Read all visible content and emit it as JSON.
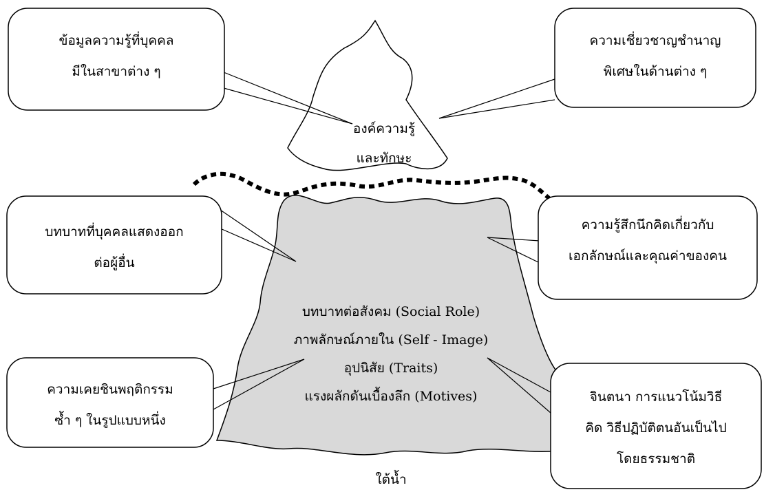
{
  "diagram": {
    "top_shape_label_line1": "องค์ความรู้",
    "top_shape_label_line2": "และทักษะ",
    "bottom_label": "ใต้น้ำ",
    "center_lines": [
      "บทบาทต่อสังคม (Social Role)",
      "ภาพลักษณ์ภายใน (Self - Image)",
      "อุปนิสัย (Traits)",
      "แรงผลักดันเบื้องลึก (Motives)"
    ],
    "callouts": {
      "knowledge": [
        "ข้อมูลความรู้ที่บุคคล",
        "มีในสาขาต่าง ๆ"
      ],
      "skill": [
        "ความเชี่ยวชาญชำนาญ",
        "พิเศษในด้านต่าง ๆ"
      ],
      "social_role": [
        "บทบาทที่บุคคลแสดงออก",
        "ต่อผู้อื่น"
      ],
      "self_image": [
        "ความรู้สึกนึกคิดเกี่ยวกับ",
        "เอกลักษณ์และคุณค่าของคน"
      ],
      "traits": [
        "ความเคยชินพฤติกรรม",
        "ซ้ำ ๆ ในรูปแบบหนึ่ง"
      ],
      "motives": [
        "จินตนา การแนวโน้มวิธี",
        "คิด วิธีปฏิบัติตนอันเป็นไป",
        "โดยธรรมชาติ"
      ]
    },
    "colors": {
      "underwater_fill": "#d9d9d9",
      "outline": "#000000"
    }
  }
}
